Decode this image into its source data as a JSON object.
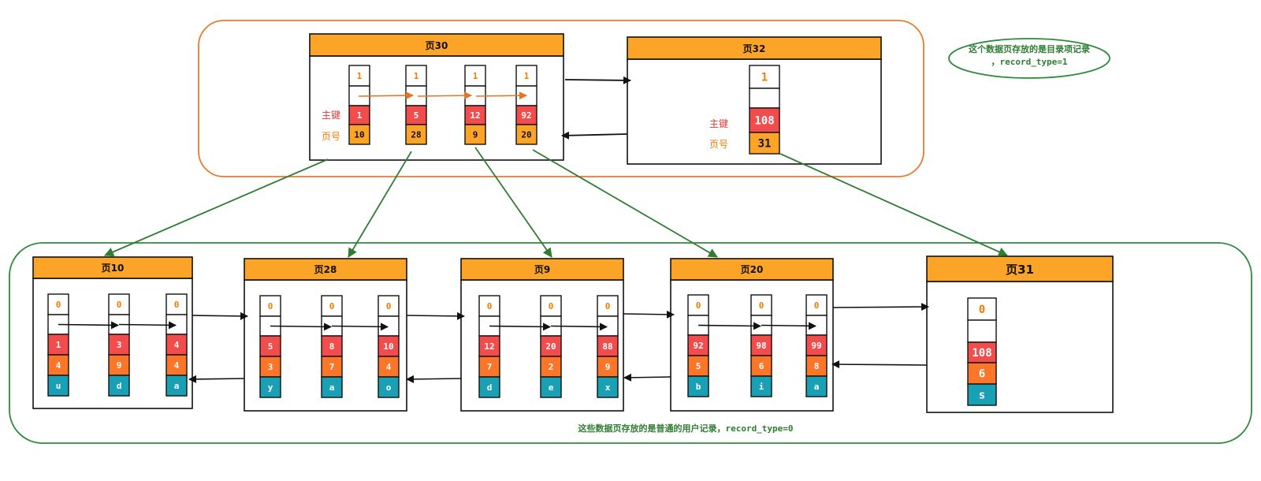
{
  "colors": {
    "header_fill": "#fba427",
    "key_fill": "#f24c4c",
    "page_fill": "#fba427",
    "col_orange": "#fb7628",
    "col_teal": "#1aa0b5",
    "arrow_green": "#2e7d32",
    "arrow_orange": "#ea7323",
    "upper_outline": "#ec7a2c",
    "lower_outline": "#2e8b3a",
    "num_orange": "#f57c00"
  },
  "labels": {
    "key": "主键",
    "page_no": "页号"
  },
  "notes": {
    "upper_line1": "这个数据页存放的是目录项记录",
    "upper_line2": "，record_type=1",
    "lower": "这些数据页存放的是普通的用户记录，record_type=0"
  },
  "upper_pages": [
    {
      "title": "页30",
      "records": [
        {
          "type": "1",
          "key": "1",
          "page": "10"
        },
        {
          "type": "1",
          "key": "5",
          "page": "28"
        },
        {
          "type": "1",
          "key": "12",
          "page": "9"
        },
        {
          "type": "1",
          "key": "92",
          "page": "20"
        }
      ]
    },
    {
      "title": "页32",
      "records": [
        {
          "type": "1",
          "key": "108",
          "page": "31"
        }
      ]
    }
  ],
  "lower_pages": [
    {
      "title": "页10",
      "records": [
        {
          "type": "0",
          "key": "1",
          "c2": "4",
          "c3": "u"
        },
        {
          "type": "0",
          "key": "3",
          "c2": "9",
          "c3": "d"
        },
        {
          "type": "0",
          "key": "4",
          "c2": "4",
          "c3": "a"
        }
      ]
    },
    {
      "title": "页28",
      "records": [
        {
          "type": "0",
          "key": "5",
          "c2": "3",
          "c3": "y"
        },
        {
          "type": "0",
          "key": "8",
          "c2": "7",
          "c3": "a"
        },
        {
          "type": "0",
          "key": "10",
          "c2": "4",
          "c3": "o"
        }
      ]
    },
    {
      "title": "页9",
      "records": [
        {
          "type": "0",
          "key": "12",
          "c2": "7",
          "c3": "d"
        },
        {
          "type": "0",
          "key": "20",
          "c2": "2",
          "c3": "e"
        },
        {
          "type": "0",
          "key": "88",
          "c2": "9",
          "c3": "x"
        }
      ]
    },
    {
      "title": "页20",
      "records": [
        {
          "type": "0",
          "key": "92",
          "c2": "5",
          "c3": "b"
        },
        {
          "type": "0",
          "key": "98",
          "c2": "6",
          "c3": "i"
        },
        {
          "type": "0",
          "key": "99",
          "c2": "8",
          "c3": "a"
        }
      ]
    },
    {
      "title": "页31",
      "records": [
        {
          "type": "0",
          "key": "108",
          "c2": "6",
          "c3": "s"
        }
      ]
    }
  ]
}
